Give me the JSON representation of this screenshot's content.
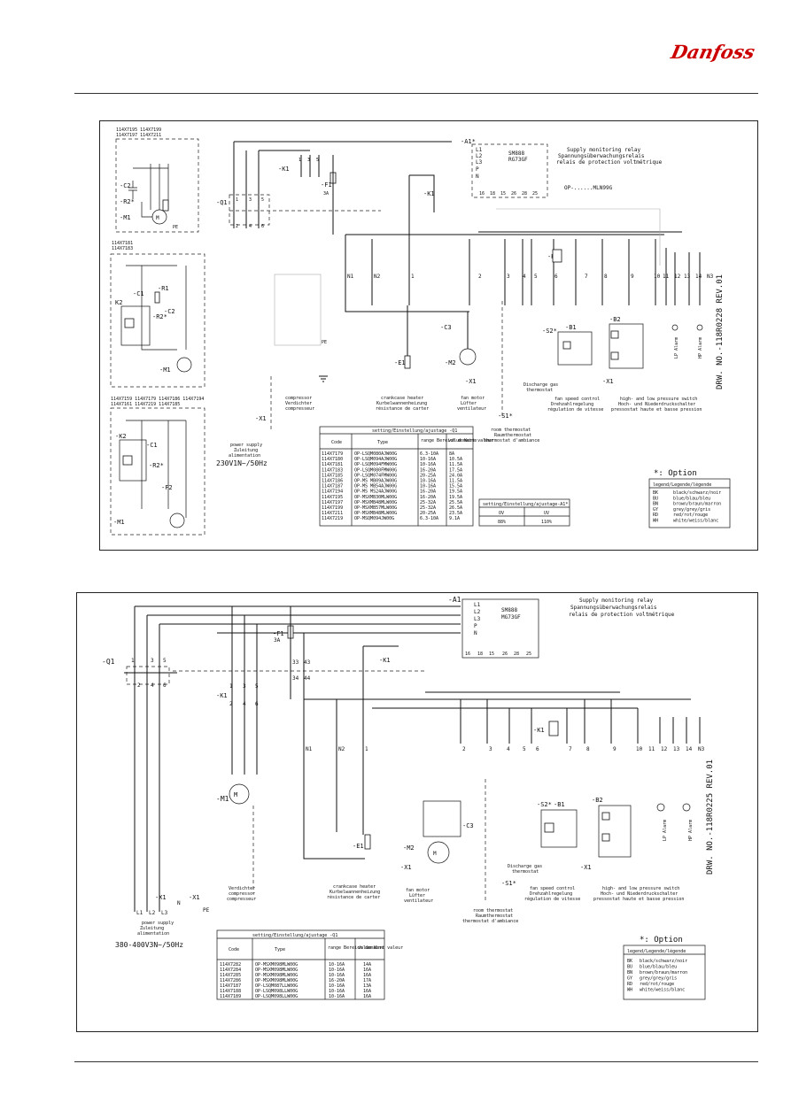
{
  "brand": "Danfoss",
  "top": {
    "variants_a": [
      "114X7195  114X7199",
      "114X7197  114X7211"
    ],
    "variants_b": [
      "114X7181",
      "114X7183"
    ],
    "variants_c": [
      "114X7159  114X7179  114X7186  114X7194",
      "114X7161  114X7219  114X7185"
    ],
    "supply_relay": [
      "Supply monitoring relay",
      "Spannungsüberwachungsrelais",
      "relais de protection voltmétrique"
    ],
    "relay_model": [
      "SM888",
      "RG73GF"
    ],
    "relay_terminals": [
      "L1",
      "L2",
      "L3",
      "P",
      "N"
    ],
    "relay_contacts": [
      "16",
      "18",
      "15",
      "26",
      "28",
      "25"
    ],
    "relay_code": "OP-......MLN99G",
    "power_supply": [
      "power supply",
      "Zuleitung",
      "alimentation"
    ],
    "voltage": "230V1N~/50Hz",
    "compressor": [
      "compressor",
      "Verdichter",
      "compresseur"
    ],
    "crankcase": [
      "crankcase heater",
      "Kurbelwannenheizung",
      "résistance de carter"
    ],
    "fan_motor": [
      "fan motor",
      "Lüfter",
      "ventilateur"
    ],
    "fan_speed": [
      "fan speed control",
      "Drehzahlregelung",
      "régulation de vitesse"
    ],
    "discharge": [
      "Discharge gas",
      "thermostat"
    ],
    "room_thermostat": [
      "room thermostat",
      "Raumthermostat",
      "thermostat d'ambiance"
    ],
    "pressure_switch": [
      "high- and low pressure switch",
      "Hoch- und Niederdruckschalter",
      "pressostat haute et basse pression"
    ],
    "drawing_no": "DRW. NO.-118R0228  REV.01",
    "option": "*: Option",
    "terminals": [
      "N1",
      "N2",
      "1",
      "2",
      "3",
      "4",
      "5",
      "6",
      "7",
      "8",
      "9",
      "10",
      "11",
      "12",
      "13",
      "14",
      "N3"
    ],
    "table_title": "setting/Einstellung/ajustage -Q1",
    "table_head": [
      "Code",
      "Type",
      "range Bereich domaine",
      "value Wert valeur"
    ],
    "table_rows": [
      [
        "114X7179",
        "OP-LSQM080AJW00G",
        "6.3-10A",
        "8A"
      ],
      [
        "114X7180",
        "OP-LSQM094AJW00G",
        "10-16A",
        "10.5A"
      ],
      [
        "114X7181",
        "OP-LSQM094FMW00G",
        "10-16A",
        "11.5A"
      ],
      [
        "114X7183",
        "OP-LSQM080FMW00G",
        "16-20A",
        "17.5A"
      ],
      [
        "114X7185",
        "OP-LSQM074FMW00G",
        "20-25A",
        "24.0A"
      ],
      [
        "114X7186",
        "OP-MS MB09AJW00G",
        "10-16A",
        "11.5A"
      ],
      [
        "114X7187",
        "OP-MS MB54AJW00G",
        "10-16A",
        "15.5A"
      ],
      [
        "114X7194",
        "OP-MS MS24AJW00G",
        "16-20A",
        "19.5A"
      ],
      [
        "114X7195",
        "OP-MSXMB30MLW00G",
        "16-20A",
        "19.5A"
      ],
      [
        "114X7197",
        "OP-MSXMB48MLW00G",
        "25-32A",
        "25.5A"
      ],
      [
        "114X7199",
        "OP-MSXMB57MLW00G",
        "25-32A",
        "26.5A"
      ],
      [
        "114X7211",
        "OP-MSXMB48MLW00G",
        "20-25A",
        "23.5A"
      ],
      [
        "114X7219",
        "OP-MSQM094JW00G",
        "6.3-10A",
        "9.1A"
      ]
    ],
    "setting2_title": "setting/Einstellung/ajustage-A1*",
    "setting2_head": [
      "OV",
      "UV"
    ],
    "setting2_vals": [
      "88%",
      "110%"
    ]
  },
  "bottom": {
    "supply_relay": [
      "Supply monitoring relay",
      "Spannungsüberwachungsrelais",
      "relais de protection voltmétrique"
    ],
    "relay_model": [
      "SM888",
      "MG73GF"
    ],
    "power_supply": [
      "power supply",
      "Zuleitung",
      "alimentation"
    ],
    "voltage": "380-400V3N~/50Hz",
    "compressor": [
      "Verdichter",
      "compressor",
      "compresseur"
    ],
    "crankcase": [
      "crankcase heater",
      "Kurbelwannenheizung",
      "résistance de carter"
    ],
    "fan_motor": [
      "fan motor",
      "Lüfter",
      "ventilateur"
    ],
    "fan_speed": [
      "fan speed control",
      "Drehzahlregelung",
      "régulation de vitesse"
    ],
    "discharge": [
      "Discharge gas",
      "thermostat"
    ],
    "room_thermostat": [
      "room thermostat",
      "Raumthermostat",
      "thermostat d'ambiance"
    ],
    "pressure_switch": [
      "high- and low pressure switch",
      "Hoch- und Niederdruckschalter",
      "pressostat haute et basse pression"
    ],
    "drawing_no": "DRW. NO.-118R0225  REV.01",
    "option": "*: Option",
    "supply_terms": [
      "L1",
      "L2",
      "L3",
      "N",
      "PE"
    ],
    "terminals": [
      "N1",
      "N2",
      "1",
      "2",
      "3",
      "4",
      "5",
      "6",
      "7",
      "8",
      "9",
      "10",
      "11",
      "12",
      "13",
      "14",
      "N3"
    ],
    "table_title": "setting/Einstellung/ajustage  -Q1",
    "table_head": [
      "Code",
      "Type",
      "range Bereich domaine",
      "value Wert valeur"
    ],
    "table_rows": [
      [
        "114X7282",
        "OP-MSXM098MLW00G",
        "10-16A",
        "14A"
      ],
      [
        "114X7284",
        "OP-MSXM098MLW00G",
        "10-16A",
        "16A"
      ],
      [
        "114X7285",
        "OP-MSXM098MLW00G",
        "10-16A",
        "16A"
      ],
      [
        "114X7286",
        "OP-MSXM098MLW00G",
        "16-20A",
        "17A"
      ],
      [
        "114X7187",
        "OP-LSQM087LLW00G",
        "10-16A",
        "13A"
      ],
      [
        "114X7188",
        "OP-LSQM098LLW00G",
        "10-16A",
        "16A"
      ],
      [
        "114X7189",
        "OP-LSQM098LLW00G",
        "10-16A",
        "16A"
      ]
    ]
  },
  "legend": {
    "title": "legend/Legende/légende",
    "items": [
      [
        "BK",
        "black/schwarz/noir"
      ],
      [
        "BU",
        "blue/blau/bleu"
      ],
      [
        "BN",
        "brown/braun/marron"
      ],
      [
        "GY",
        "grey/grey/gris"
      ],
      [
        "RD",
        "red/rot/rouge"
      ],
      [
        "WH",
        "white/weiss/blanc"
      ]
    ]
  },
  "labels": {
    "Q1": "-Q1",
    "K1": "-K1",
    "F1": "-F1",
    "F1_rating": "3A",
    "A1": "-A1*",
    "A1b": "-A1",
    "C3": "-C3",
    "E1": "-E1",
    "M2": "-M2",
    "M1": "-M1",
    "B1": "-B1",
    "B2": "-B2",
    "S1": "-S1*",
    "S2": "-S2*",
    "X1": "-X1",
    "K2": "K2",
    "K2b": "-K2",
    "C1": "-C1",
    "C2": "-C2",
    "R1": "-R1",
    "R2": "-R2*",
    "F2": "-F2",
    "LP": "LP Alarm",
    "HP": "HP Alarm"
  }
}
